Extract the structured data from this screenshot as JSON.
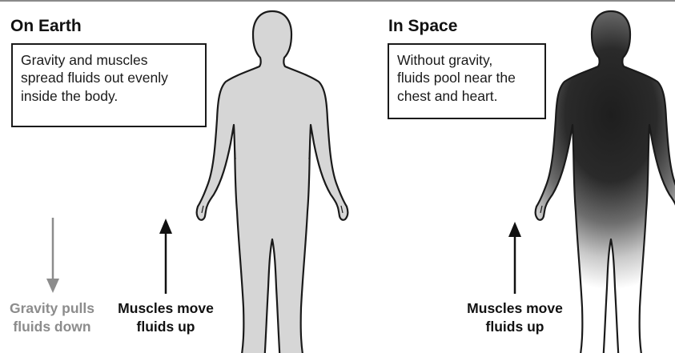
{
  "panels": {
    "earth": {
      "title": "On Earth",
      "box_lines": [
        "Gravity and muscles",
        "spread fluids out evenly",
        "inside the body."
      ],
      "left_caption": [
        "Gravity pulls",
        "fluids down"
      ],
      "right_caption": [
        "Muscles move",
        "fluids up"
      ]
    },
    "space": {
      "title": "In Space",
      "box_lines": [
        "Without gravity,",
        "fluids pool near the",
        "chest and heart."
      ],
      "caption": [
        "Muscles move",
        "fluids up"
      ]
    }
  },
  "colors": {
    "body_fill_earth": "#d6d6d6",
    "body_outline": "#1a1a1a",
    "fluid_pool": "#1e1e1e",
    "gravity_arrow": "#8c8c8c",
    "muscle_arrow": "#111111"
  }
}
